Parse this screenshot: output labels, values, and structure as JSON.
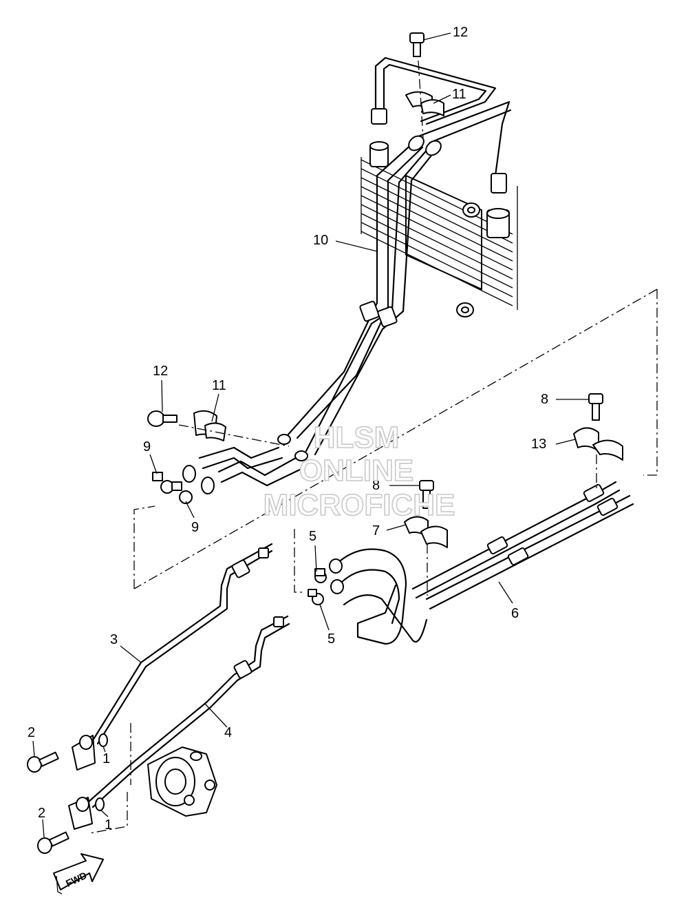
{
  "callouts": {
    "c1a": "1",
    "c1b": "1",
    "c2a": "2",
    "c2b": "2",
    "c3": "3",
    "c4": "4",
    "c5a": "5",
    "c5b": "5",
    "c6": "6",
    "c7": "7",
    "c8a": "8",
    "c8b": "8",
    "c9a": "9",
    "c9b": "9",
    "c10": "10",
    "c11a": "11",
    "c11b": "11",
    "c12a": "12",
    "c12b": "12",
    "c13": "13"
  },
  "watermark": {
    "line1": "HLSM",
    "line2": "ONLINE",
    "line3": "MICROFICHE"
  },
  "fwd_label": "FWD"
}
